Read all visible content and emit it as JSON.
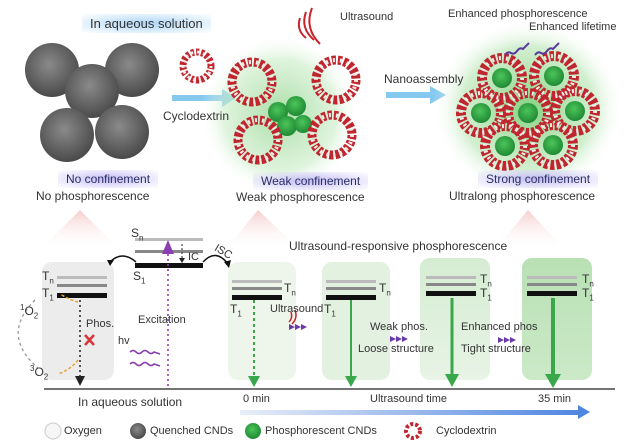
{
  "top": {
    "title_aqueous": "In aqueous solution",
    "arrow1_label": "Cyclodextrin",
    "ultrasound_label": "Ultrasound",
    "arrow2_label": "Nanoassembly",
    "enhanced_phos": "Enhanced phosphorescence",
    "enhanced_lifetime": "Enhanced lifetime",
    "stages": [
      {
        "confinement": "No confinement",
        "phos": "No phosphorescence"
      },
      {
        "confinement": "Weak confinement",
        "phos": "Weak phosphorescence"
      },
      {
        "confinement": "Strong confinement",
        "phos": "Ultralong phosphorescence"
      }
    ]
  },
  "energy": {
    "section_title": "Ultrasound-responsive phosphorescence",
    "sn": "S",
    "sn_sub": "n",
    "s1": "S",
    "s1_sub": "1",
    "tn": "T",
    "tn_sub": "n",
    "t1": "T",
    "t1_sub": "1",
    "ic": "IC",
    "isc": "ISC",
    "excitation": "Excitation",
    "hv": "hv",
    "phos": "Phos.",
    "o2_singlet": "O",
    "o2_singlet_sup": "1",
    "o2_triplet": "O",
    "o2_triplet_sup": "3",
    "o2_sub": "2",
    "aqueous_label": "In aqueous solution",
    "ultrasound": "Ultrasound",
    "weak_phos": "Weak phos.",
    "loose": "Loose structure",
    "enhanced_phos": "Enhanced phos",
    "tight": "Tight structure",
    "time_start": "0 min",
    "time_axis": "Ultrasound time",
    "time_end": "35 min"
  },
  "legend": [
    {
      "label": "Oxygen",
      "color": "#f4f4f4"
    },
    {
      "label": "Quenched CNDs",
      "color": "#6a6a6a"
    },
    {
      "label": "Phosphorescent CNDs",
      "color": "#2faa45"
    },
    {
      "label": "Cyclodextrin",
      "color": "#c0262e"
    }
  ],
  "colors": {
    "green": "#3aa84a",
    "purple": "#7a3fa0",
    "orange": "#e5a23a",
    "red": "#d9343a",
    "blue_arrow": "#7fc6ef",
    "panel_green": "#dff0dc",
    "panel_gray": "#ececec"
  }
}
